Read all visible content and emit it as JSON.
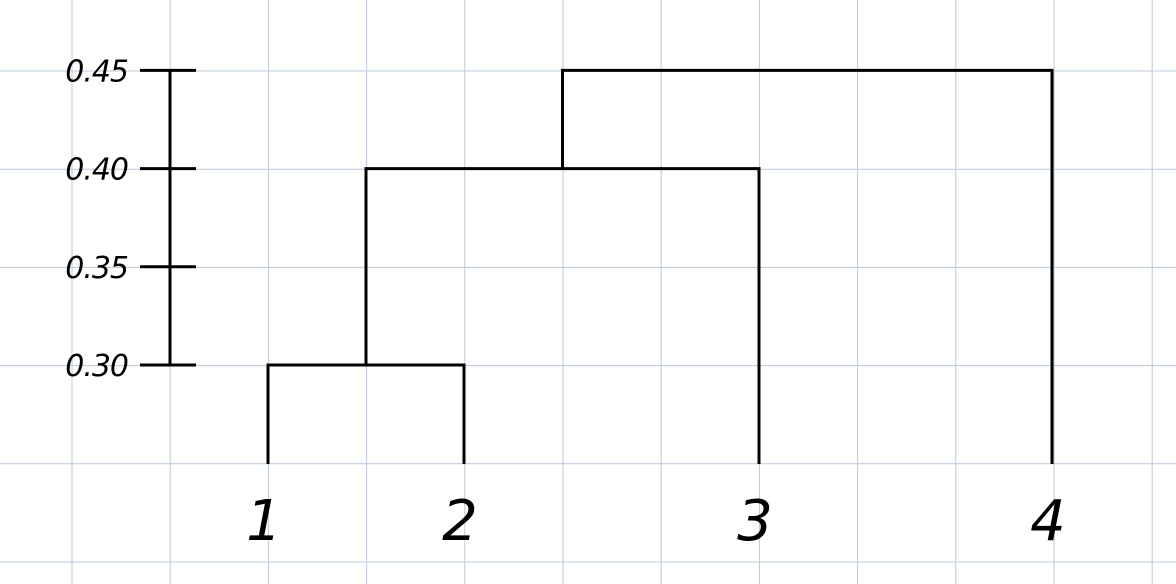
{
  "dendrogram": {
    "axis": {
      "ticks": [
        {
          "label": "0.45",
          "value": 0.45
        },
        {
          "label": "0.40",
          "value": 0.4
        },
        {
          "label": "0.35",
          "value": 0.35
        },
        {
          "label": "0.30",
          "value": 0.3
        }
      ]
    },
    "leaves": [
      {
        "label": "1"
      },
      {
        "label": "2"
      },
      {
        "label": "3"
      },
      {
        "label": "4"
      }
    ],
    "merges": [
      {
        "left": [
          "1"
        ],
        "right": [
          "2"
        ],
        "height": 0.3
      },
      {
        "left": [
          "1",
          "2"
        ],
        "right": [
          "3"
        ],
        "height": 0.4
      },
      {
        "left": [
          "1",
          "2",
          "3"
        ],
        "right": [
          "4"
        ],
        "height": 0.45
      }
    ]
  },
  "colors": {
    "ink": "#000000",
    "grid": "#bcc8d8",
    "background": "#ffffff"
  }
}
